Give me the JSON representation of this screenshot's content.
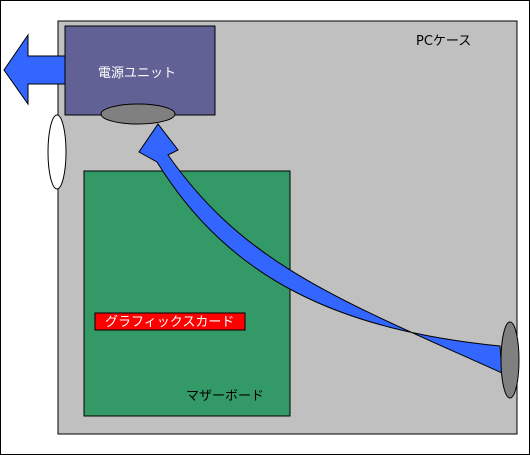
{
  "diagram": {
    "case_label": "PCケース",
    "psu_label": "電源ユニット",
    "motherboard_label": "マザーボード",
    "gpu_label": "グラフィックスカード"
  },
  "colors": {
    "case": "#c0c0c0",
    "psu": "#616196",
    "motherboard": "#339966",
    "gpu": "#ff0000",
    "airflow": "#3366ff",
    "fan": "#808080"
  }
}
